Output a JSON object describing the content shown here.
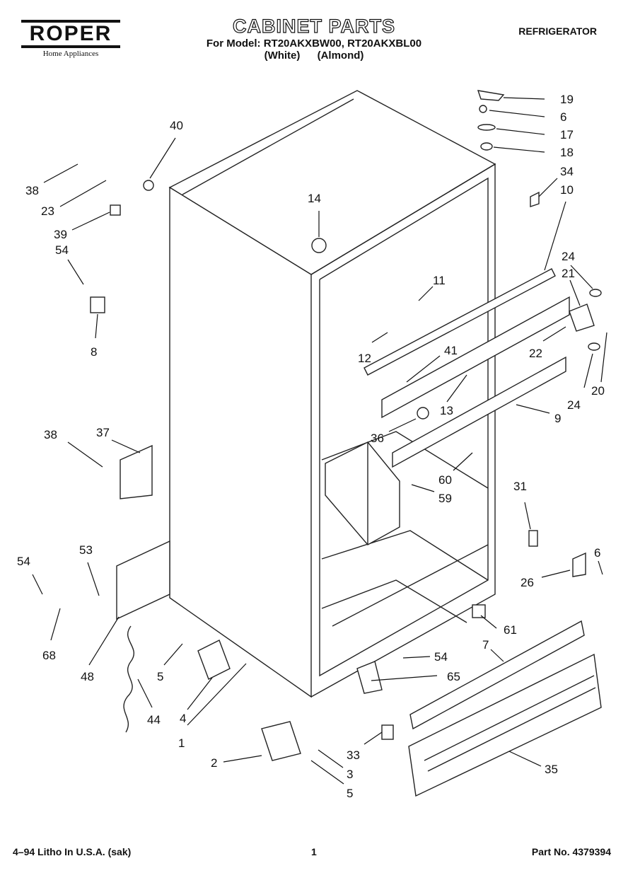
{
  "brand": {
    "logo_text": "ROPER",
    "tagline": "Home Appliances"
  },
  "title": "CABINET PARTS",
  "model_line": "For Model: RT20AKXBW00, RT20AKXBL00",
  "colors": [
    "(White)",
    "(Almond)"
  ],
  "category": "REFRIGERATOR",
  "footer": {
    "left": "4–94 Litho In U.S.A. (sak)",
    "page": "1",
    "part_no": "Part No. 4379394"
  },
  "callouts": [
    "19",
    "6",
    "17",
    "18",
    "34",
    "10",
    "40",
    "14",
    "38",
    "23",
    "39",
    "54",
    "8",
    "11",
    "12",
    "41",
    "24",
    "21",
    "22",
    "24",
    "20",
    "13",
    "9",
    "36",
    "38",
    "37",
    "60",
    "59",
    "31",
    "6",
    "26",
    "54",
    "53",
    "61",
    "7",
    "68",
    "48",
    "5",
    "44",
    "54",
    "65",
    "4",
    "1",
    "33",
    "2",
    "3",
    "5",
    "35"
  ]
}
